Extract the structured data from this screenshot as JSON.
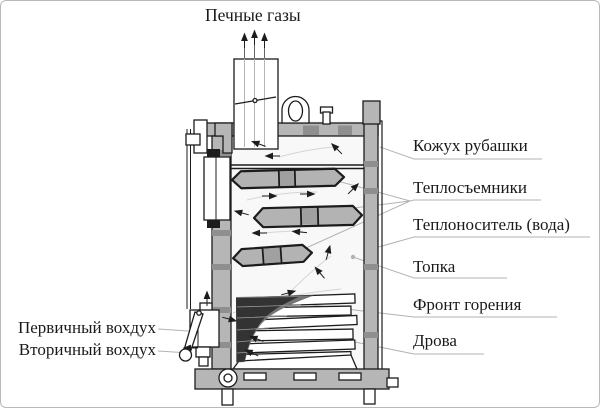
{
  "figure": {
    "top_label": "Печные газы",
    "right_labels": [
      {
        "label": "Кожух рубашки"
      },
      {
        "label": "Теплосъемники"
      },
      {
        "label": "Теплоноситель (вода)"
      },
      {
        "label": "Топка"
      },
      {
        "label": "Фронт горения"
      },
      {
        "label": "Дрова"
      }
    ],
    "left_labels": [
      {
        "label": "Первичный вохдух"
      },
      {
        "label": "Вторичный вохдух"
      }
    ]
  },
  "colors": {
    "line": "#1c1c1c",
    "wall": "#b6b6b6",
    "wall-dark": "#8f8f8f",
    "plate": "#b3b3b3",
    "plate-mid": "#a0a0a0",
    "interior": "#f8f8f8",
    "front-dark": "#333333",
    "front-mid": "#757575",
    "leader": "#b3b3b3",
    "flow": "#d4d4d4",
    "text": "#1a1a1a",
    "border": "#b9b9b9"
  }
}
